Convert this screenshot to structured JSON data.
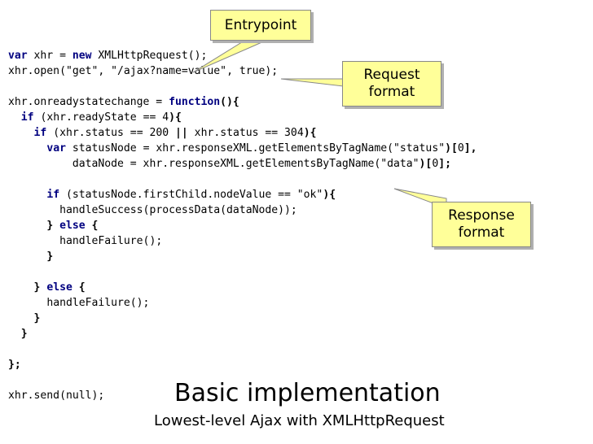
{
  "code": {
    "l1": {
      "kw1": "var",
      "a": " xhr = ",
      "kw2": "new",
      "b": " XMLHttpRequest();"
    },
    "l2": {
      "a": "xhr.open(",
      "s1": "\"get\"",
      "b": ", ",
      "s2": "\"/ajax?name=value\"",
      "c": ", true);"
    },
    "l3": {
      "a": "xhr.onreadystatechange = ",
      "kw": "function",
      "b": "(){"
    },
    "l4": {
      "kw": "if",
      "a": " (xhr.readyState == ",
      "n": "4",
      "b": "){"
    },
    "l5": {
      "kw": "if",
      "a": " (xhr.status == ",
      "n1": "200",
      "op": "||",
      "b": " xhr.status == ",
      "n2": "304",
      "c": "){"
    },
    "l6": {
      "kw": "var",
      "a": " statusNode = xhr.responseXML.getElementsByTagName(",
      "s": "\"status\"",
      "b": ")[",
      "n": "0",
      "c": "],"
    },
    "l7": {
      "a": "dataNode = xhr.responseXML.getElementsByTagName(",
      "s": "\"data\"",
      "b": ")[",
      "n": "0",
      "c": "];"
    },
    "l8": {
      "kw": "if",
      "a": " (statusNode.firstChild.nodeValue == ",
      "s": "\"ok\"",
      "b": "){"
    },
    "l9": "handleSuccess(processData(dataNode));",
    "l10": {
      "a": "} ",
      "kw": "else",
      "b": " {"
    },
    "l11": "handleFailure();",
    "l12": "}",
    "l13": {
      "a": "} ",
      "kw": "else",
      "b": " {"
    },
    "l14": "handleFailure();",
    "l15": "}",
    "l16": "}",
    "l17": "};",
    "l18": "xhr.send(null);"
  },
  "callouts": {
    "entrypoint": "Entrypoint",
    "request": [
      "Request",
      "format"
    ],
    "response": [
      "Response",
      "format"
    ]
  },
  "title": "Basic implementation",
  "subtitle": "Lowest-level Ajax with XMLHttpRequest"
}
